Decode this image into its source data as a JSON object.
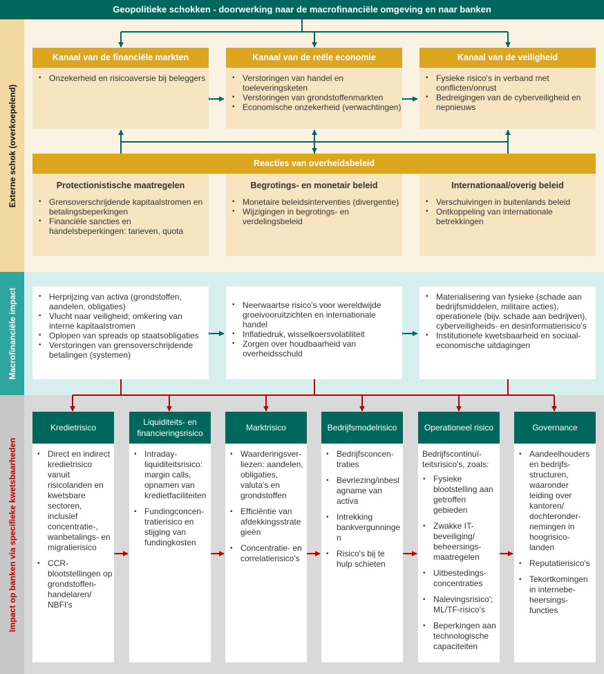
{
  "title": "Geopolitieke schokken - doorwerking naar de macrofinanciële omgeving en naar banken",
  "sections": {
    "external": "Externe schok (overkoepelend)",
    "macro": "Macrofinanciële impact",
    "banks": "Impact op banken via specifieke kwetsbaarheden"
  },
  "channels": [
    {
      "title": "Kanaal van de financiële markten",
      "items": [
        "Onzekerheid en risicoaversie bij beleggers"
      ]
    },
    {
      "title": "Kanaal van de reële economie",
      "items": [
        "Verstoringen van handel en toeleveringsketen",
        "Verstoringen van grondstoffenmarkten",
        "Economische onzekerheid (verwachtingen)"
      ]
    },
    {
      "title": "Kanaal van de veiligheid",
      "items": [
        "Fysieke risico's in verband met conflicten/onrust",
        "Bedreigingen van de cyberveiligheid en nepnieuws"
      ]
    }
  ],
  "policy": {
    "title": "Reacties van overheidsbeleid",
    "columns": [
      {
        "title": "Protectionistische maatregelen",
        "items": [
          "Grensoverschrijdende kapitaalstromen en betalingsbeperkingen",
          "Financiële sancties en handelsbeperkingen: tarieven, quota"
        ]
      },
      {
        "title": "Begrotings- en monetair beleid",
        "items": [
          "Monetaire beleidsinterventies (divergentie)",
          "Wijzigingen in begrotings- en verdelingsbeleid"
        ]
      },
      {
        "title": "Internationaal/overig beleid",
        "items": [
          "Verschuivingen in buitenlands beleid",
          "Ontkoppeling van internationale betrekkingen"
        ]
      }
    ]
  },
  "macro": [
    {
      "items": [
        "Herprijzing van activa (grondstoffen, aandelen, obligaties)",
        "Vlucht naar veiligheid; omkering van interne kapitaalstromen",
        "Oplopen van spreads op staatsobligaties",
        "Verstoringen van grensoverschrijdende betalingen (systemen)"
      ]
    },
    {
      "items": [
        "Neerwaartse risico's voor wereldwijde groeivooruitzichten en internationale handel",
        "Inflatiedruk, wisselkoersvolatiliteit",
        "Zorgen over houdbaarheid van overheidsschuld"
      ]
    },
    {
      "items": [
        "Materialisering van fysieke (schade aan bedrijfsmiddelen, militaire acties), operationele (bijv. schade aan bedrijven), cyberveiligheids- en desinformatierisico's",
        "Institutionele kwetsbaarheid en sociaal-economische uitdagingen"
      ]
    }
  ],
  "risks": [
    {
      "title": "Kredietrisico",
      "intro": "",
      "items": [
        "Direct en indirect kredietrisico vanuit risicolanden en kwetsbare sectoren, inclusief concentratie-, wanbetalings- en migratierisico",
        "CCR-blootstellingen op grondstoffen-handelaren/ NBFI's"
      ]
    },
    {
      "title": "Liquiditeits- en financieringsrisico",
      "intro": "",
      "items": [
        "Intraday-liquiditeitsrisico: margin calls, opnamen van kredietfaciliteiten",
        "Fundingconcen-tratierisico en stijging van fundingkosten"
      ]
    },
    {
      "title": "Marktrisico",
      "intro": "",
      "items": [
        "Waarderingsver-liezen: aandelen, obligaties, valuta's en grondstoffen",
        "Efficiëntie van afdekkingsstrategieën",
        "Concentratie- en correlatierisico's"
      ]
    },
    {
      "title": "Bedrijfsmodelrisico",
      "intro": "",
      "items": [
        "Bedrijfsconcen-traties",
        "Bevriezing/inbeslagname van activa",
        "Intrekking bankvergunningen",
        "Risico's bij te hulp schieten"
      ]
    },
    {
      "title": "Operationeel risico",
      "intro": "Bedrijfscontinuï-teitsrisico's, zoals:",
      "items": [
        "Fysieke blootstelling aan getroffen gebieden",
        "Zwakke IT-beveiliging/ beheersings-maatregelen",
        "Uitbestedings-concentraties",
        "Nalevingsrisico'; ML/TF-risico's",
        "Beperkingen aan technologische capaciteiten"
      ]
    },
    {
      "title": "Governance",
      "intro": "",
      "items": [
        "Aandeelhouders en bedrijfs-structuren, waaronder leiding over kantoren/ dochteronder-nemingen in hoogrisico-landen",
        "Reputatierisico's",
        "Tekortkomingen in internebe-heersings-functies"
      ]
    }
  ],
  "colors": {
    "teal": "#00675f",
    "gold": "#dea61f",
    "red": "#c00000"
  }
}
